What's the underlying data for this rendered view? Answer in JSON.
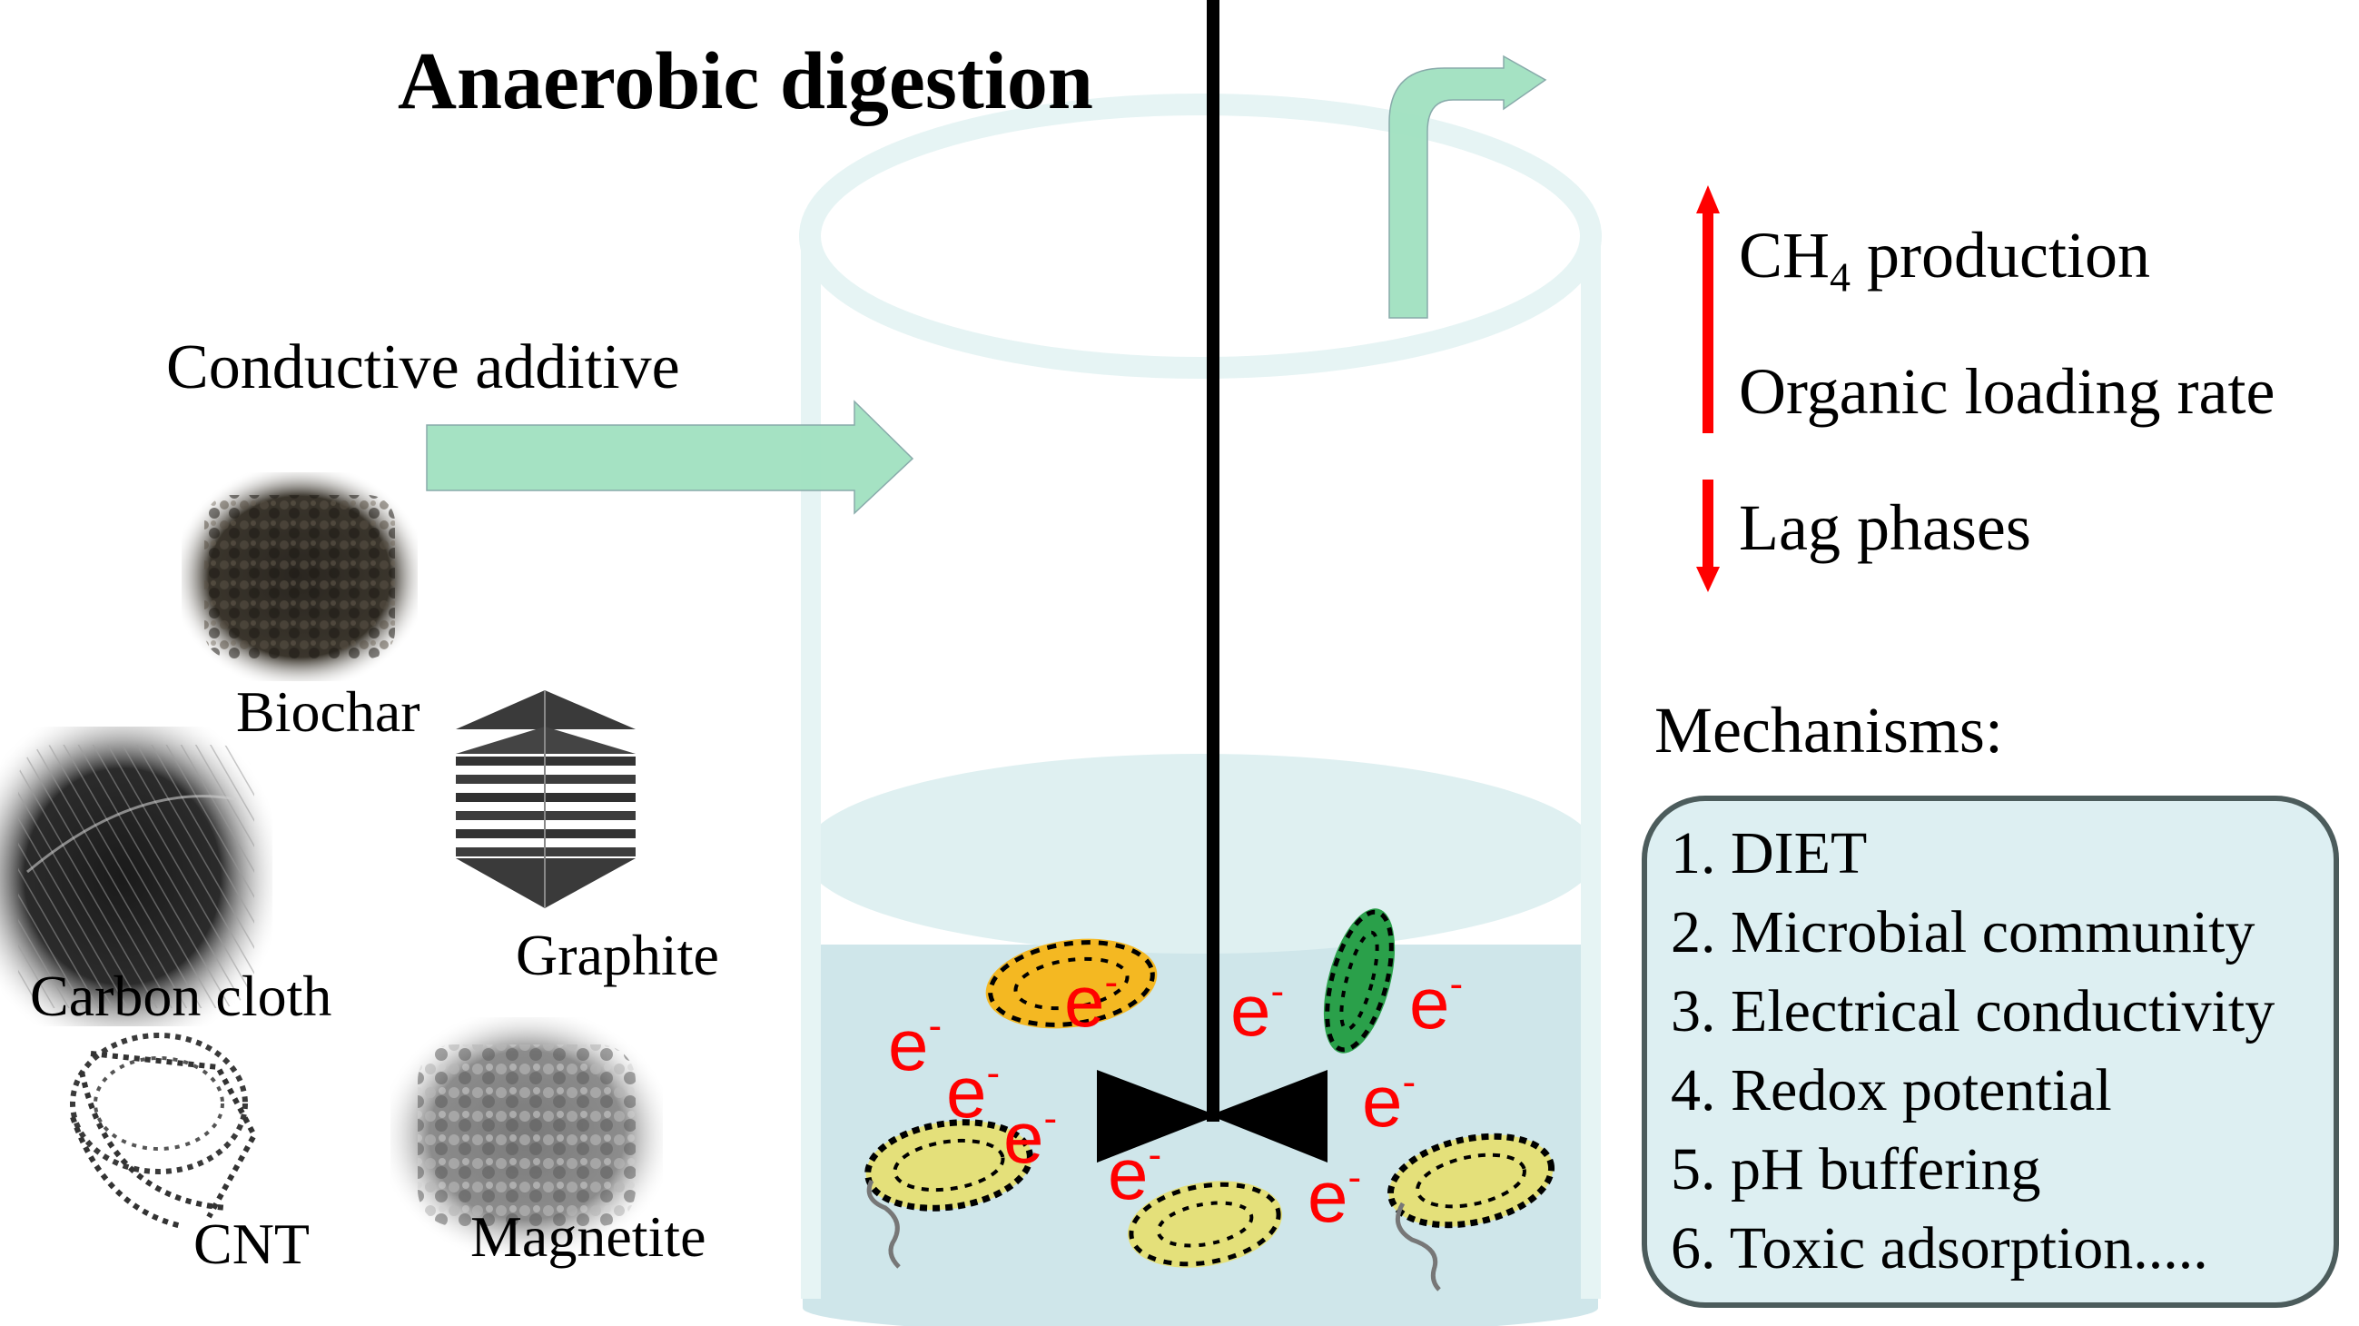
{
  "title": "Anaerobic digestion",
  "inlet": {
    "label": "Conductive additive",
    "icon": "right-arrow-icon",
    "color": "#a0e0c0"
  },
  "outlet": {
    "icon": "bent-up-right-arrow-icon",
    "color": "#a0e0c0"
  },
  "materials": [
    {
      "label": "Biochar",
      "icon": "biochar-image"
    },
    {
      "label": "Carbon cloth",
      "icon": "carbon-cloth-image"
    },
    {
      "label": "Graphite",
      "icon": "graphite-image"
    },
    {
      "label": "CNT",
      "icon": "carbon-nanotube-image"
    },
    {
      "label": "Magnetite",
      "icon": "magnetite-image"
    }
  ],
  "reactor": {
    "wall_color": "#e6f4f4",
    "liquid_color": "#cfe7ea",
    "electron_label": "e",
    "electron_charge": "-",
    "electron_color": "#ff0000",
    "electron_count": 9,
    "microbes": [
      {
        "color": "#f4b822",
        "shape": "rod"
      },
      {
        "color": "#2aa04a",
        "shape": "rod"
      },
      {
        "color": "#e4e07a",
        "shape": "flagellated-rod"
      },
      {
        "color": "#e4e07a",
        "shape": "oval"
      },
      {
        "color": "#e4e07a",
        "shape": "flagellated-rod"
      }
    ]
  },
  "effects": {
    "increase": {
      "icon": "up-arrow-icon",
      "items": [
        {
          "text": "CH",
          "subscript": "4",
          "suffix": " production"
        },
        {
          "text": "Organic loading rate",
          "subscript": "",
          "suffix": ""
        }
      ]
    },
    "decrease": {
      "icon": "down-arrow-icon",
      "items": [
        {
          "text": "Lag phases",
          "subscript": "",
          "suffix": ""
        }
      ]
    },
    "arrow_color": "#ff0000"
  },
  "mechanisms": {
    "title": "Mechanisms:",
    "items": [
      "1. DIET",
      "2. Microbial community",
      "3. Electrical conductivity",
      "4. Redox potential",
      "5. pH buffering",
      "6. Toxic adsorption....."
    ],
    "box_color": "#ddeff2",
    "border_color": "#4c5c5c"
  }
}
